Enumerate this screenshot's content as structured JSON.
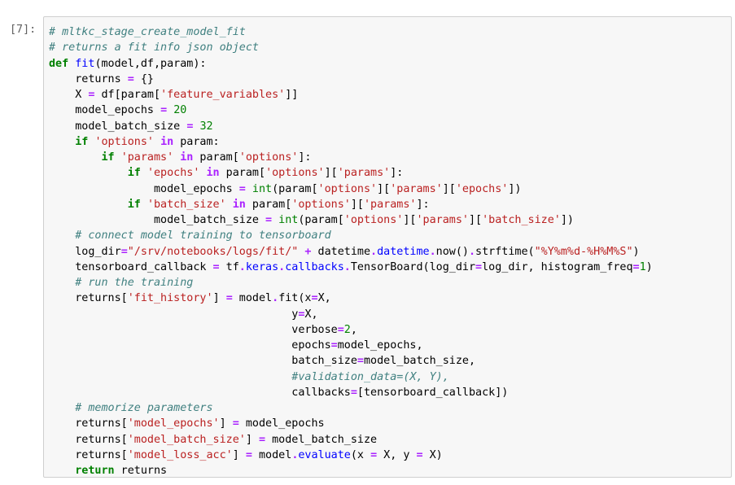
{
  "cell": {
    "prompt": "[7]:",
    "lines": [
      [
        {
          "t": "c",
          "v": "# mltkc_stage_create_model_fit"
        }
      ],
      [
        {
          "t": "c",
          "v": "# returns a fit info json object"
        }
      ],
      [
        {
          "t": "k",
          "v": "def"
        },
        {
          "t": "p",
          "v": " "
        },
        {
          "t": "f",
          "v": "fit"
        },
        {
          "t": "p",
          "v": "(model,df,param):"
        }
      ],
      [
        {
          "t": "p",
          "v": "    returns "
        },
        {
          "t": "o",
          "v": "="
        },
        {
          "t": "p",
          "v": " {}"
        }
      ],
      [
        {
          "t": "p",
          "v": "    X "
        },
        {
          "t": "o",
          "v": "="
        },
        {
          "t": "p",
          "v": " df[param["
        },
        {
          "t": "s",
          "v": "'feature_variables'"
        },
        {
          "t": "p",
          "v": "]]"
        }
      ],
      [
        {
          "t": "p",
          "v": "    model_epochs "
        },
        {
          "t": "o",
          "v": "="
        },
        {
          "t": "p",
          "v": " "
        },
        {
          "t": "m",
          "v": "20"
        }
      ],
      [
        {
          "t": "p",
          "v": "    model_batch_size "
        },
        {
          "t": "o",
          "v": "="
        },
        {
          "t": "p",
          "v": " "
        },
        {
          "t": "m",
          "v": "32"
        }
      ],
      [
        {
          "t": "p",
          "v": "    "
        },
        {
          "t": "k",
          "v": "if"
        },
        {
          "t": "p",
          "v": " "
        },
        {
          "t": "s",
          "v": "'options'"
        },
        {
          "t": "p",
          "v": " "
        },
        {
          "t": "o",
          "v": "in"
        },
        {
          "t": "p",
          "v": " param:"
        }
      ],
      [
        {
          "t": "p",
          "v": "        "
        },
        {
          "t": "k",
          "v": "if"
        },
        {
          "t": "p",
          "v": " "
        },
        {
          "t": "s",
          "v": "'params'"
        },
        {
          "t": "p",
          "v": " "
        },
        {
          "t": "o",
          "v": "in"
        },
        {
          "t": "p",
          "v": " param["
        },
        {
          "t": "s",
          "v": "'options'"
        },
        {
          "t": "p",
          "v": "]:"
        }
      ],
      [
        {
          "t": "p",
          "v": "            "
        },
        {
          "t": "k",
          "v": "if"
        },
        {
          "t": "p",
          "v": " "
        },
        {
          "t": "s",
          "v": "'epochs'"
        },
        {
          "t": "p",
          "v": " "
        },
        {
          "t": "o",
          "v": "in"
        },
        {
          "t": "p",
          "v": " param["
        },
        {
          "t": "s",
          "v": "'options'"
        },
        {
          "t": "p",
          "v": "]["
        },
        {
          "t": "s",
          "v": "'params'"
        },
        {
          "t": "p",
          "v": "]:"
        }
      ],
      [
        {
          "t": "p",
          "v": "                model_epochs "
        },
        {
          "t": "o",
          "v": "="
        },
        {
          "t": "p",
          "v": " "
        },
        {
          "t": "n",
          "v": "int"
        },
        {
          "t": "p",
          "v": "(param["
        },
        {
          "t": "s",
          "v": "'options'"
        },
        {
          "t": "p",
          "v": "]["
        },
        {
          "t": "s",
          "v": "'params'"
        },
        {
          "t": "p",
          "v": "]["
        },
        {
          "t": "s",
          "v": "'epochs'"
        },
        {
          "t": "p",
          "v": "])"
        }
      ],
      [
        {
          "t": "p",
          "v": "            "
        },
        {
          "t": "k",
          "v": "if"
        },
        {
          "t": "p",
          "v": " "
        },
        {
          "t": "s",
          "v": "'batch_size'"
        },
        {
          "t": "p",
          "v": " "
        },
        {
          "t": "o",
          "v": "in"
        },
        {
          "t": "p",
          "v": " param["
        },
        {
          "t": "s",
          "v": "'options'"
        },
        {
          "t": "p",
          "v": "]["
        },
        {
          "t": "s",
          "v": "'params'"
        },
        {
          "t": "p",
          "v": "]:"
        }
      ],
      [
        {
          "t": "p",
          "v": "                model_batch_size "
        },
        {
          "t": "o",
          "v": "="
        },
        {
          "t": "p",
          "v": " "
        },
        {
          "t": "n",
          "v": "int"
        },
        {
          "t": "p",
          "v": "(param["
        },
        {
          "t": "s",
          "v": "'options'"
        },
        {
          "t": "p",
          "v": "]["
        },
        {
          "t": "s",
          "v": "'params'"
        },
        {
          "t": "p",
          "v": "]["
        },
        {
          "t": "s",
          "v": "'batch_size'"
        },
        {
          "t": "p",
          "v": "])"
        }
      ],
      [
        {
          "t": "p",
          "v": "    "
        },
        {
          "t": "c",
          "v": "# connect model training to tensorboard"
        }
      ],
      [
        {
          "t": "p",
          "v": "    log_dir"
        },
        {
          "t": "o",
          "v": "="
        },
        {
          "t": "s",
          "v": "\"/srv/notebooks/logs/fit/\""
        },
        {
          "t": "p",
          "v": " "
        },
        {
          "t": "o",
          "v": "+"
        },
        {
          "t": "p",
          "v": " datetime"
        },
        {
          "t": "o",
          "v": "."
        },
        {
          "t": "f",
          "v": "datetime"
        },
        {
          "t": "o",
          "v": "."
        },
        {
          "t": "p",
          "v": "now()"
        },
        {
          "t": "o",
          "v": "."
        },
        {
          "t": "p",
          "v": "strftime("
        },
        {
          "t": "s",
          "v": "\"%Y%m%d-%H%M%S\""
        },
        {
          "t": "p",
          "v": ")"
        }
      ],
      [
        {
          "t": "p",
          "v": "    tensorboard_callback "
        },
        {
          "t": "o",
          "v": "="
        },
        {
          "t": "p",
          "v": " tf"
        },
        {
          "t": "o",
          "v": "."
        },
        {
          "t": "f",
          "v": "keras"
        },
        {
          "t": "o",
          "v": "."
        },
        {
          "t": "f",
          "v": "callbacks"
        },
        {
          "t": "o",
          "v": "."
        },
        {
          "t": "p",
          "v": "TensorBoard(log_dir"
        },
        {
          "t": "o",
          "v": "="
        },
        {
          "t": "p",
          "v": "log_dir, histogram_freq"
        },
        {
          "t": "o",
          "v": "="
        },
        {
          "t": "m",
          "v": "1"
        },
        {
          "t": "p",
          "v": ")"
        }
      ],
      [
        {
          "t": "p",
          "v": "    "
        },
        {
          "t": "c",
          "v": "# run the training"
        }
      ],
      [
        {
          "t": "p",
          "v": "    returns["
        },
        {
          "t": "s",
          "v": "'fit_history'"
        },
        {
          "t": "p",
          "v": "] "
        },
        {
          "t": "o",
          "v": "="
        },
        {
          "t": "p",
          "v": " model"
        },
        {
          "t": "o",
          "v": "."
        },
        {
          "t": "p",
          "v": "fit(x"
        },
        {
          "t": "o",
          "v": "="
        },
        {
          "t": "p",
          "v": "X,"
        }
      ],
      [
        {
          "t": "p",
          "v": "                                     y"
        },
        {
          "t": "o",
          "v": "="
        },
        {
          "t": "p",
          "v": "X,"
        }
      ],
      [
        {
          "t": "p",
          "v": "                                     verbose"
        },
        {
          "t": "o",
          "v": "="
        },
        {
          "t": "m",
          "v": "2"
        },
        {
          "t": "p",
          "v": ","
        }
      ],
      [
        {
          "t": "p",
          "v": "                                     epochs"
        },
        {
          "t": "o",
          "v": "="
        },
        {
          "t": "p",
          "v": "model_epochs,"
        }
      ],
      [
        {
          "t": "p",
          "v": "                                     batch_size"
        },
        {
          "t": "o",
          "v": "="
        },
        {
          "t": "p",
          "v": "model_batch_size,"
        }
      ],
      [
        {
          "t": "p",
          "v": "                                     "
        },
        {
          "t": "c",
          "v": "#validation_data=(X, Y),"
        }
      ],
      [
        {
          "t": "p",
          "v": "                                     callbacks"
        },
        {
          "t": "o",
          "v": "="
        },
        {
          "t": "p",
          "v": "[tensorboard_callback])"
        }
      ],
      [
        {
          "t": "p",
          "v": "    "
        },
        {
          "t": "c",
          "v": "# memorize parameters"
        }
      ],
      [
        {
          "t": "p",
          "v": "    returns["
        },
        {
          "t": "s",
          "v": "'model_epochs'"
        },
        {
          "t": "p",
          "v": "] "
        },
        {
          "t": "o",
          "v": "="
        },
        {
          "t": "p",
          "v": " model_epochs"
        }
      ],
      [
        {
          "t": "p",
          "v": "    returns["
        },
        {
          "t": "s",
          "v": "'model_batch_size'"
        },
        {
          "t": "p",
          "v": "] "
        },
        {
          "t": "o",
          "v": "="
        },
        {
          "t": "p",
          "v": " model_batch_size"
        }
      ],
      [
        {
          "t": "p",
          "v": "    returns["
        },
        {
          "t": "s",
          "v": "'model_loss_acc'"
        },
        {
          "t": "p",
          "v": "] "
        },
        {
          "t": "o",
          "v": "="
        },
        {
          "t": "p",
          "v": " model"
        },
        {
          "t": "o",
          "v": "."
        },
        {
          "t": "f",
          "v": "evaluate"
        },
        {
          "t": "p",
          "v": "(x "
        },
        {
          "t": "o",
          "v": "="
        },
        {
          "t": "p",
          "v": " X, y "
        },
        {
          "t": "o",
          "v": "="
        },
        {
          "t": "p",
          "v": " X)"
        }
      ],
      [
        {
          "t": "p",
          "v": "    "
        },
        {
          "t": "k",
          "v": "return"
        },
        {
          "t": "p",
          "v": " returns"
        }
      ]
    ]
  }
}
